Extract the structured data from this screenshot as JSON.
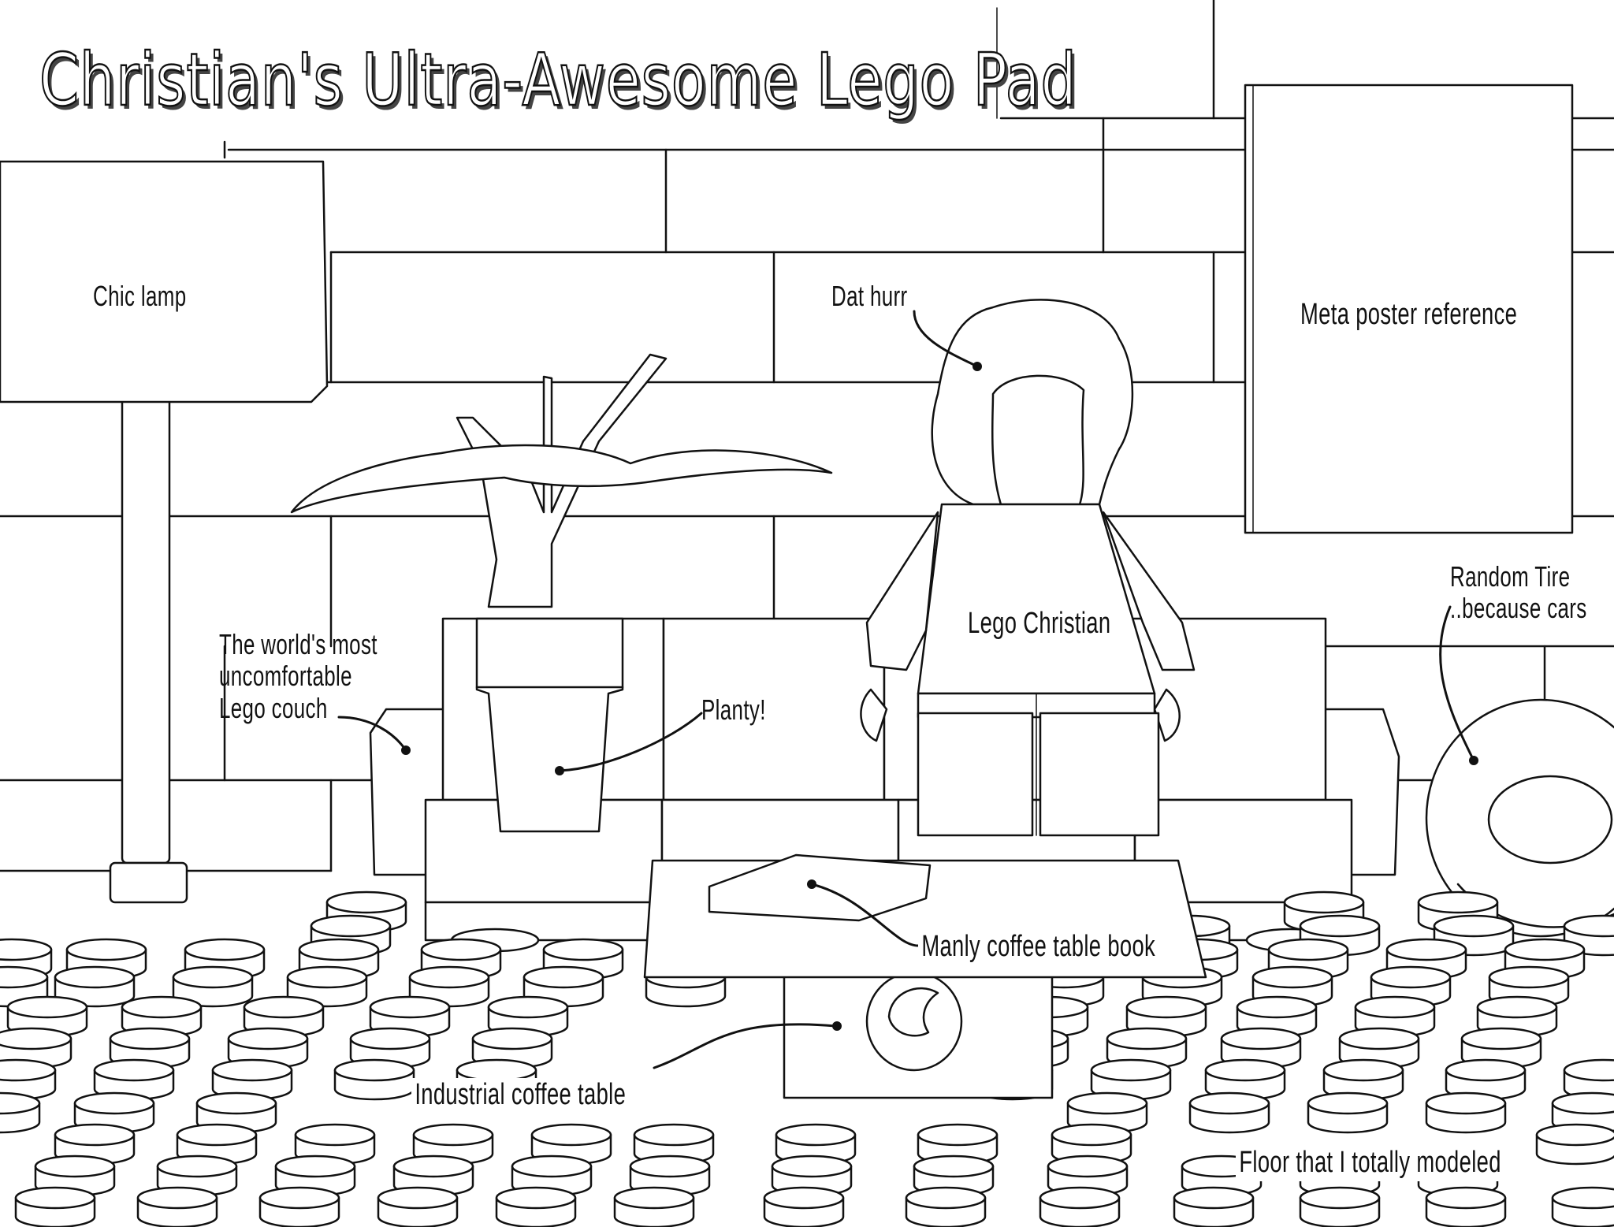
{
  "title": "Christian's Ultra-Awesome Lego Pad",
  "annotations": {
    "lamp": "Chic lamp",
    "hair": "Dat hurr",
    "poster": "Meta poster reference",
    "tire": "Random Tire\n..because cars",
    "minifig": "Lego Christian",
    "couch": "The world's most\nuncomfortable\nLego couch",
    "plant": "Planty!",
    "book": "Manly coffee table book",
    "table": "Industrial coffee table",
    "floor": "Floor that I totally modeled"
  },
  "colors": {
    "ink": "#111111",
    "paper": "#ffffff"
  }
}
